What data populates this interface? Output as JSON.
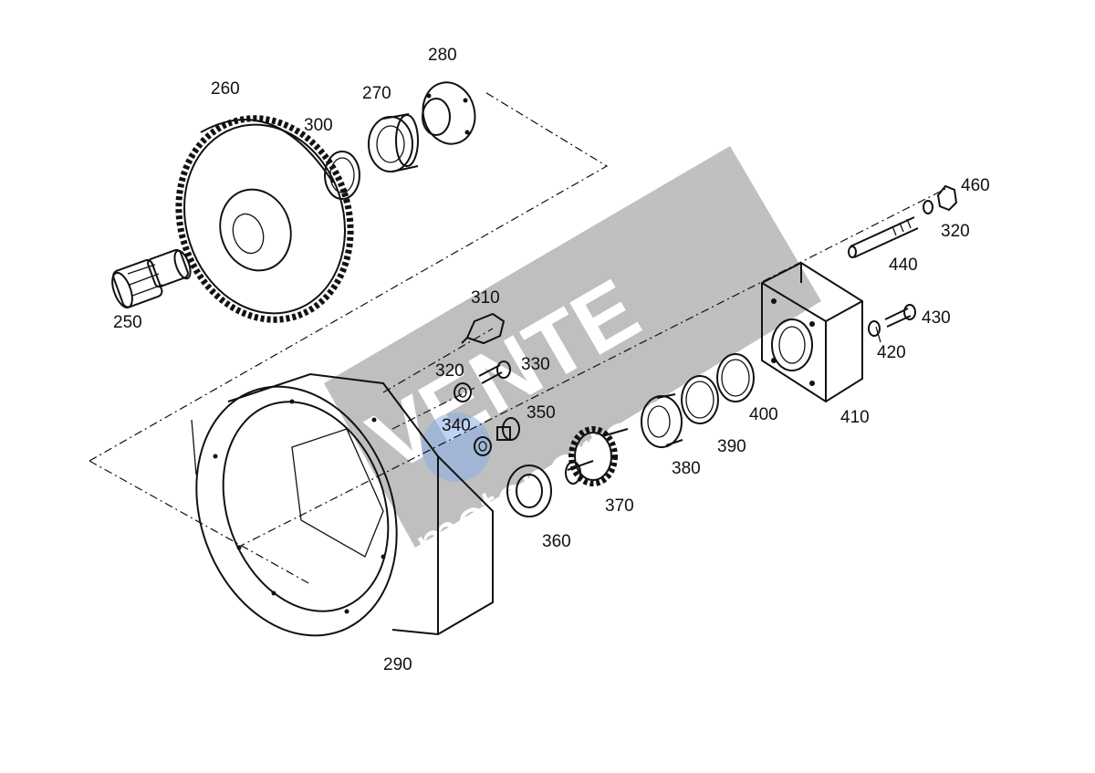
{
  "diagram": {
    "labels": {
      "p250": "250",
      "p260": "260",
      "p270": "270",
      "p280": "280",
      "p290": "290",
      "p300": "300",
      "p310": "310",
      "p320a": "320",
      "p320b": "320",
      "p330": "330",
      "p340": "340",
      "p350": "350",
      "p360": "360",
      "p370": "370",
      "p380": "380",
      "p390": "390",
      "p400": "400",
      "p410": "410",
      "p420": "420",
      "p430": "430",
      "p440": "440",
      "p460": "460"
    },
    "watermark": {
      "brand": "VENTE",
      "site": "motoparts.ru"
    },
    "colors": {
      "line": "#111111",
      "watermark": "#9a9a9a",
      "accent": "#2a6fd6"
    }
  }
}
